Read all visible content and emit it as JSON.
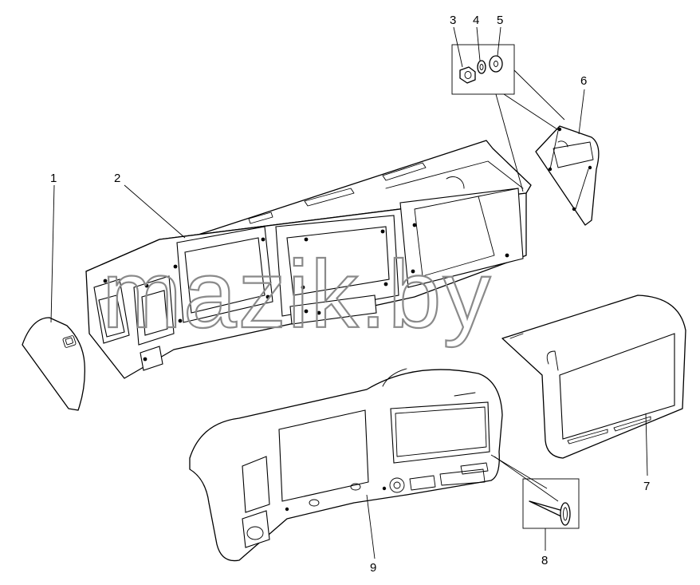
{
  "labels": {
    "part_1": "1",
    "part_2": "2",
    "part_3": "3",
    "part_4": "4",
    "part_5": "5",
    "part_6": "6",
    "part_7": "7",
    "part_8": "8",
    "part_9": "9"
  },
  "watermark": "mazik.by",
  "colors": {
    "line": "#000000",
    "background": "#ffffff",
    "watermark": "#8a8a8a"
  }
}
